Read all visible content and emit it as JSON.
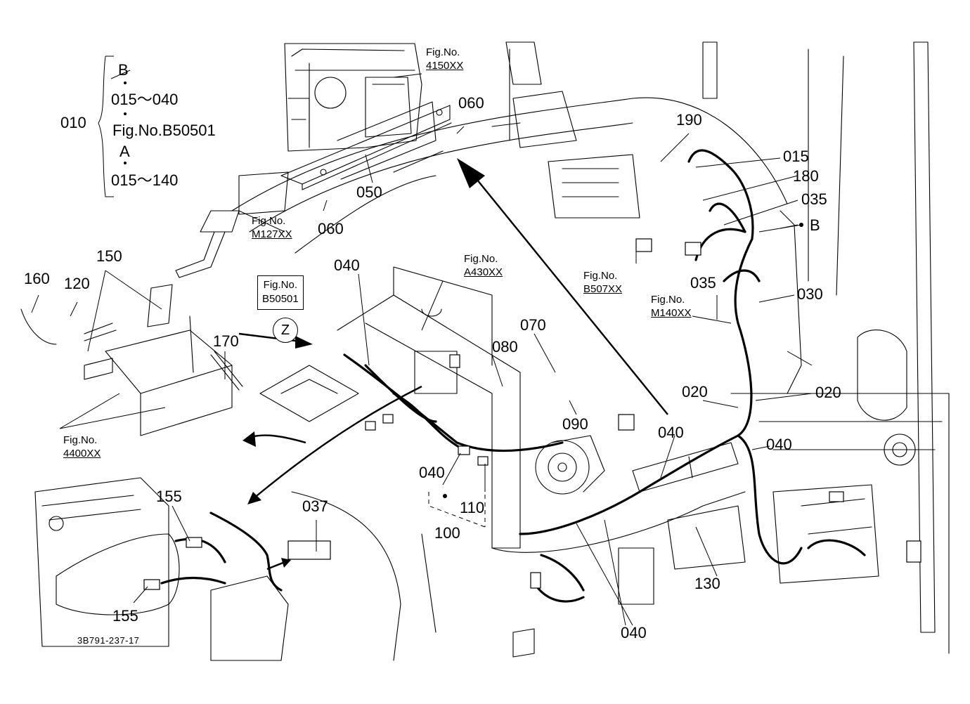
{
  "legend": {
    "ref": "010",
    "lines": [
      "B",
      "015～040",
      "Fig.No.B50501",
      "A",
      "015～140"
    ]
  },
  "drawing_number": "3B791-237-17",
  "fig_refs": [
    {
      "id": "f4150",
      "label": "Fig.No.",
      "code": "4150XX"
    },
    {
      "id": "m127",
      "label": "Fig.No.",
      "code": "M127XX"
    },
    {
      "id": "a430",
      "label": "Fig.No.",
      "code": "A430XX"
    },
    {
      "id": "b507",
      "label": "Fig.No.",
      "code": "B507XX"
    },
    {
      "id": "m140",
      "label": "Fig.No.",
      "code": "M140XX"
    },
    {
      "id": "f4400",
      "label": "Fig.No.",
      "code": "4400XX"
    }
  ],
  "boxed_fig": {
    "label": "Fig.No.",
    "code": "B50501"
  },
  "circle_label": "Z",
  "point_b_label": "B",
  "part_numbers": {
    "p060a": "060",
    "p060b": "060",
    "p050": "050",
    "p190": "190",
    "p015": "015",
    "p180": "180",
    "p035a": "035",
    "p035b": "035",
    "p030": "030",
    "p020a": "020",
    "p020b": "020",
    "p040a": "040",
    "p040b": "040",
    "p040c": "040",
    "p040d": "040",
    "p040e": "040",
    "p070": "070",
    "p080": "080",
    "p090": "090",
    "p110": "110",
    "p100": "100",
    "p130": "130",
    "p037": "037",
    "p155a": "155",
    "p155b": "155",
    "p150": "150",
    "p160": "160",
    "p120": "120",
    "p170": "170"
  }
}
